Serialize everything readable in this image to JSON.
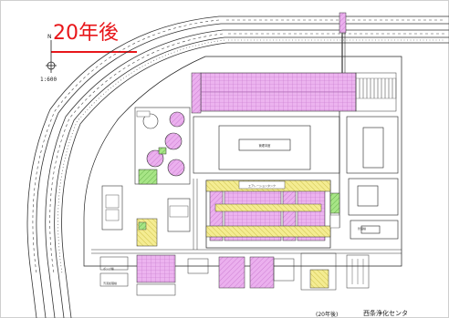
{
  "title": "20年後",
  "scale": "1:600",
  "north_marker": "N",
  "caption_note": "(20年後)",
  "caption_name": "西条浄化センタ",
  "colors": {
    "future_facility": "#e9a6ec",
    "future_hatch": "#d48ad9",
    "existing_yellow": "#f3ea8c",
    "green": "#9be07a",
    "title_red": "#e8161a"
  }
}
